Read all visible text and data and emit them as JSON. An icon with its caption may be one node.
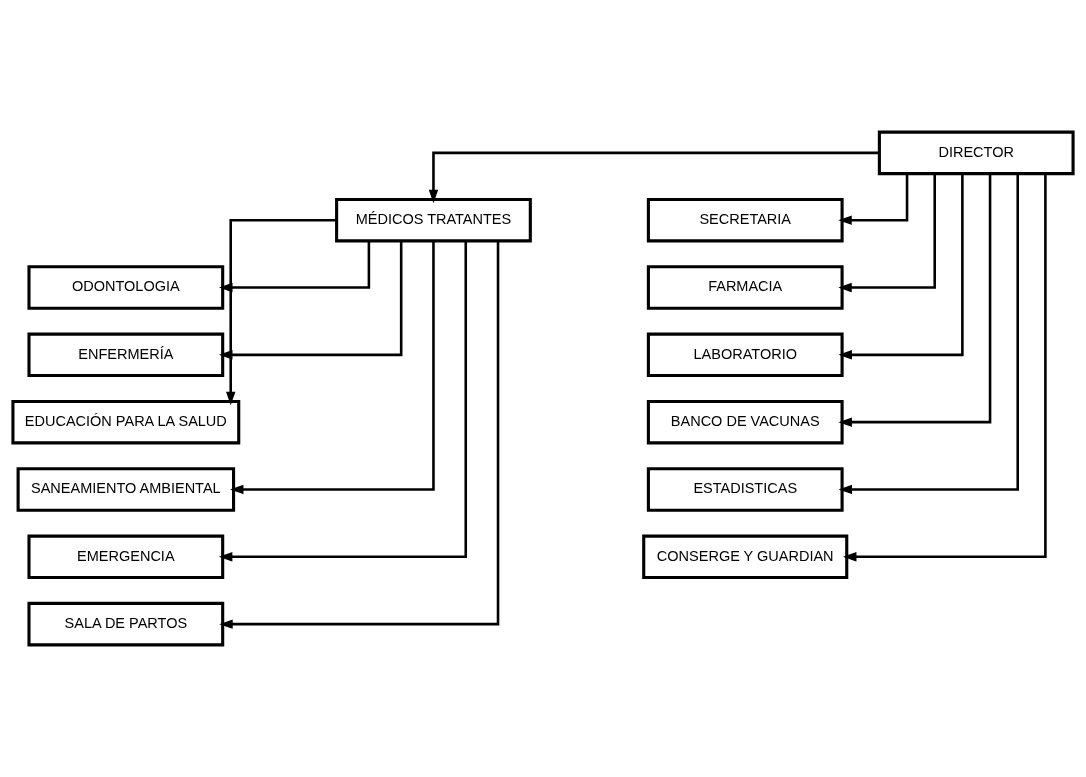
{
  "diagram": {
    "nodes": [
      {
        "text": [
          "DIRECTOR"
        ]
      },
      {
        "text": [
          "MÉDICOS TRATANTES"
        ]
      },
      {
        "text": [
          "SECRETARIA"
        ]
      },
      {
        "text": [
          "ODONTOLOGIA"
        ]
      },
      {
        "text": [
          "ENFERMERÍA"
        ]
      },
      {
        "text": [
          "EDUCACIÓN PARA LA SALUD"
        ]
      },
      {
        "text": [
          "SANEAMIENTO AMBIENTAL"
        ]
      },
      {
        "text": [
          "EMERGENCIA"
        ]
      },
      {
        "text": [
          "SALA DE PARTOS"
        ]
      },
      {
        "text": [
          "FARMACIA"
        ]
      },
      {
        "text": [
          "LABORATORIO"
        ]
      },
      {
        "text": [
          "BANCO DE VACUNAS"
        ]
      },
      {
        "text": [
          "ESTADISTICAS"
        ]
      },
      {
        "text": [
          "CONSERGE Y GUARDIAN"
        ]
      }
    ],
    "edges": [
      {
        "from": 0,
        "to": 1,
        "arrow": "to"
      },
      {
        "from": 0,
        "to": 2,
        "arrow": "to"
      },
      {
        "from": 1,
        "to": 3,
        "arrow": "to"
      },
      {
        "from": 1,
        "to": 4,
        "arrow": "to"
      },
      {
        "from": 1,
        "to": 5,
        "arrow": "to"
      },
      {
        "from": 1,
        "to": 6,
        "arrow": "to"
      },
      {
        "from": 1,
        "to": 7,
        "arrow": "to"
      },
      {
        "from": 1,
        "to": 8,
        "arrow": "to"
      },
      {
        "from": 0,
        "to": 9,
        "arrow": "to"
      },
      {
        "from": 0,
        "to": 10,
        "arrow": "to"
      },
      {
        "from": 0,
        "to": 11,
        "arrow": "to"
      },
      {
        "from": 0,
        "to": 12,
        "arrow": "to"
      },
      {
        "from": 0,
        "to": 13,
        "arrow": "to"
      }
    ]
  }
}
